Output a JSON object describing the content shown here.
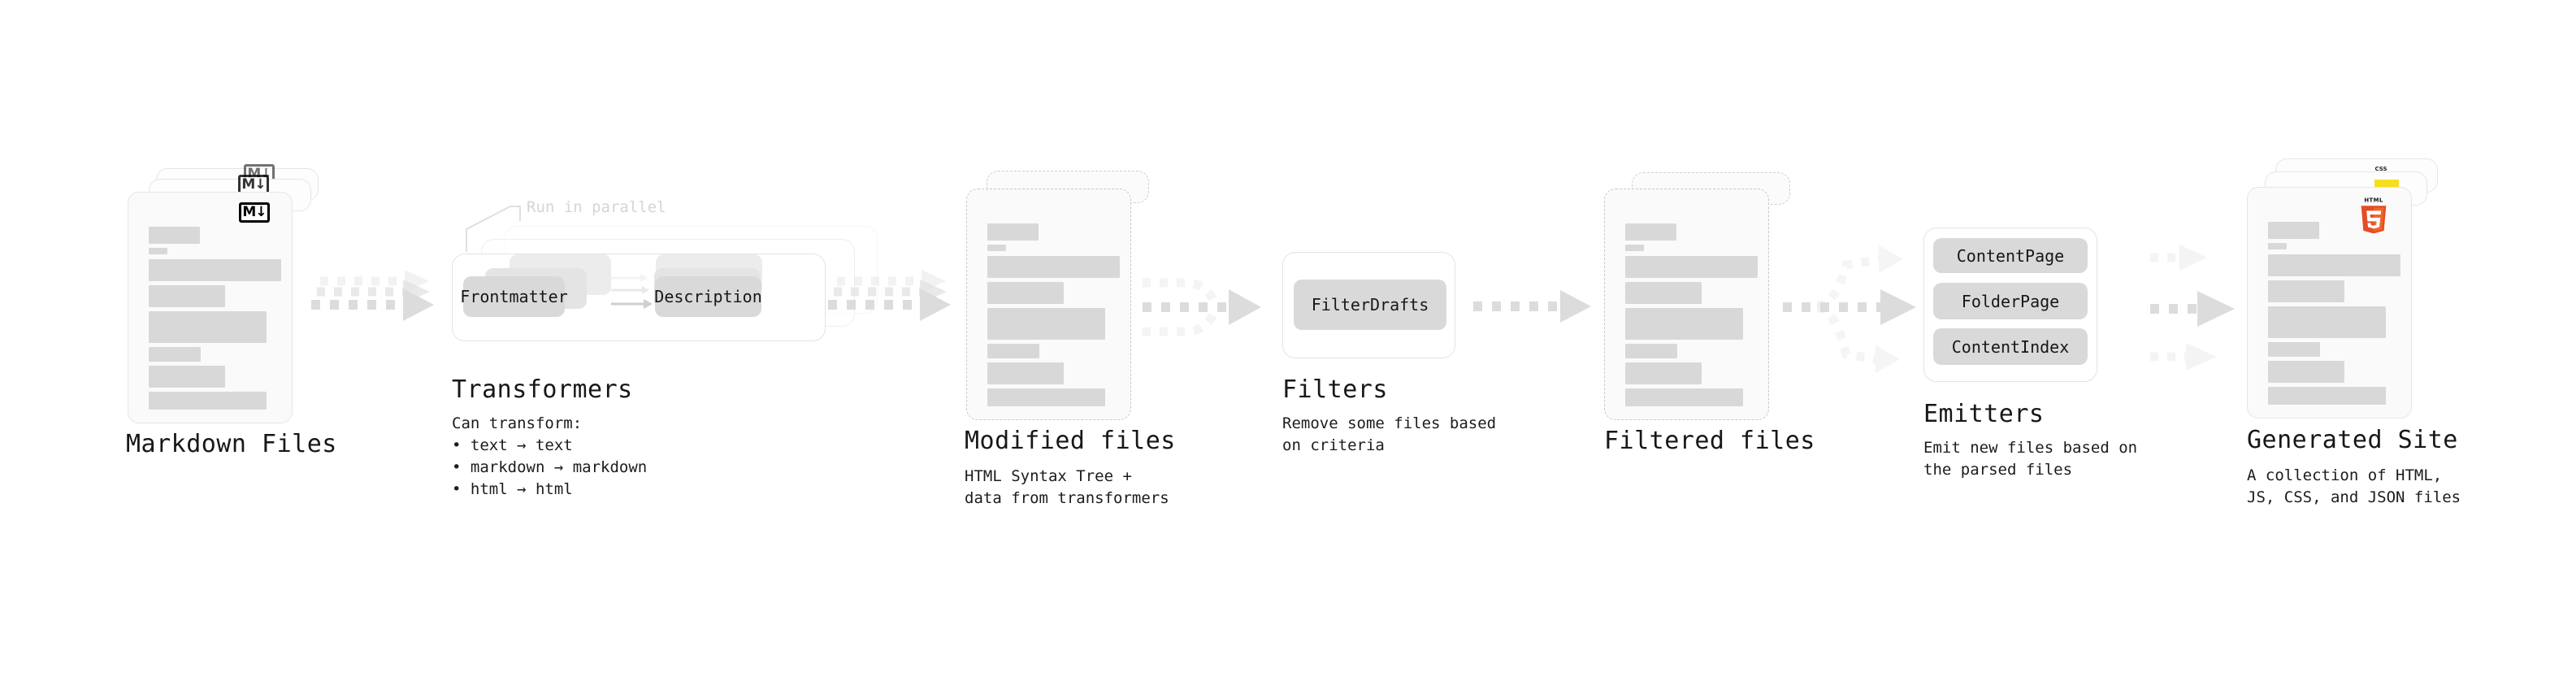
{
  "diagram": {
    "title_color": "#17171a",
    "accent_grey": "#d9d9d9",
    "line_grey": "#e3e3e3",
    "html5_color": "#e44d26",
    "css_color": "#264de4",
    "js_color": "#f7df1e"
  },
  "stages": [
    {
      "id": "markdown-files",
      "title": "Markdown Files",
      "subtitle": "",
      "badge": "M↓"
    },
    {
      "id": "transformers",
      "title": "Transformers",
      "subtitle": "Can transform:\n • text → text\n • markdown → markdown\n • html → html",
      "hint": "Run in parallel",
      "chips": [
        "Frontmatter",
        "Description"
      ]
    },
    {
      "id": "modified-files",
      "title": "Modified files",
      "subtitle": "HTML Syntax Tree +\ndata from transformers"
    },
    {
      "id": "filters",
      "title": "Filters",
      "subtitle": "Remove some files based\non criteria",
      "chips": [
        "FilterDrafts"
      ]
    },
    {
      "id": "filtered-files",
      "title": "Filtered files",
      "subtitle": ""
    },
    {
      "id": "emitters",
      "title": "Emitters",
      "subtitle": "Emit new files based on\nthe parsed files",
      "chips": [
        "ContentPage",
        "FolderPage",
        "ContentIndex"
      ]
    },
    {
      "id": "generated-site",
      "title": "Generated Site",
      "subtitle": "A collection of HTML,\nJS, CSS, and JSON files",
      "badges": [
        "CSS",
        "JS",
        "HTML5"
      ]
    }
  ],
  "html5_badge": {
    "word": "HTML",
    "digit": "5"
  },
  "css_badge": {
    "word": "CSS"
  }
}
